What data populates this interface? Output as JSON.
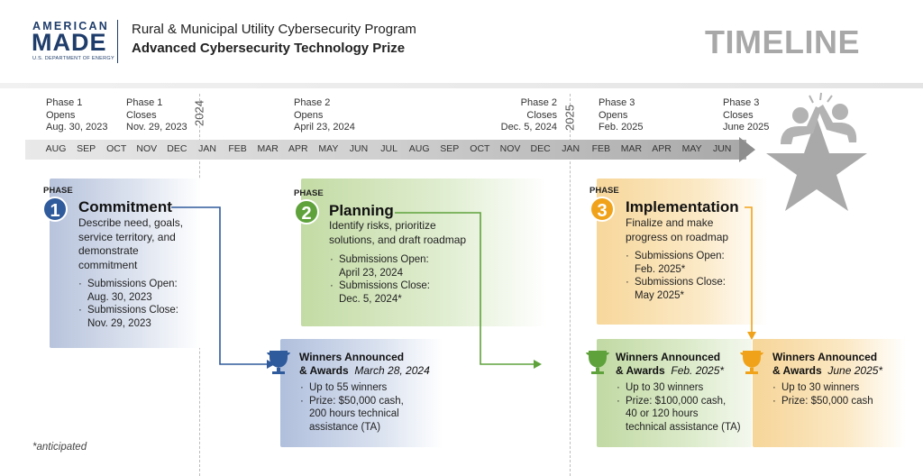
{
  "header": {
    "logo_top": "AMERICAN",
    "logo_main": "MADE",
    "logo_sub": "U.S. DEPARTMENT OF ENERGY",
    "program": "Rural & Municipal Utility Cybersecurity Program",
    "prize": "Advanced Cybersecurity Technology Prize",
    "title": "TIMELINE"
  },
  "timeline": {
    "months": [
      "AUG",
      "SEP",
      "OCT",
      "NOV",
      "DEC",
      "JAN",
      "FEB",
      "MAR",
      "APR",
      "MAY",
      "JUN",
      "JUL",
      "AUG",
      "SEP",
      "OCT",
      "NOV",
      "DEC",
      "JAN",
      "FEB",
      "MAR",
      "APR",
      "MAY",
      "JUN"
    ],
    "years": [
      "2024",
      "2025"
    ],
    "milestones": [
      {
        "l1": "Phase 1",
        "l2": "Opens",
        "l3": "Aug. 30, 2023"
      },
      {
        "l1": "Phase 1",
        "l2": "Closes",
        "l3": "Nov. 29, 2023"
      },
      {
        "l1": "Phase 2",
        "l2": "Opens",
        "l3": "April 23, 2024"
      },
      {
        "l1": "Phase 2",
        "l2": "Closes",
        "l3": "Dec. 5, 2024"
      },
      {
        "l1": "Phase 3",
        "l2": "Opens",
        "l3": "Feb. 2025"
      },
      {
        "l1": "Phase 3",
        "l2": "Closes",
        "l3": "June 2025"
      }
    ]
  },
  "phases": [
    {
      "label": "PHASE",
      "number": "1",
      "title": "Commitment",
      "desc": [
        "Describe need, goals,",
        "service territory, and",
        "demonstrate",
        "commitment"
      ],
      "bullets": [
        "Submissions Open:",
        "Aug. 30, 2023",
        "Submissions Close:",
        "Nov. 29, 2023"
      ],
      "color": "#2f5a9b"
    },
    {
      "label": "PHASE",
      "number": "2",
      "title": "Planning",
      "desc": [
        "Identify risks, prioritize",
        "solutions, and draft roadmap"
      ],
      "bullets": [
        "Submissions Open:",
        "April 23, 2024",
        "Submissions Close:",
        "Dec. 5, 2024*"
      ],
      "color": "#5fa23c"
    },
    {
      "label": "PHASE",
      "number": "3",
      "title": "Implementation",
      "desc": [
        "Finalize and make",
        "progress on roadmap"
      ],
      "bullets": [
        "Submissions Open:",
        "Feb. 2025*",
        "Submissions Close:",
        "May 2025*"
      ],
      "color": "#f0a31a"
    }
  ],
  "winners": [
    {
      "title1": "Winners Announced",
      "title2": "& Awards",
      "date": "March 28, 2024",
      "bullets": [
        "Up to 55 winners",
        "Prize: $50,000 cash,",
        "200 hours technical",
        "assistance (TA)"
      ],
      "color": "#2f5a9b"
    },
    {
      "title1": "Winners Announced",
      "title2": "& Awards",
      "date": "Feb. 2025*",
      "bullets": [
        "Up to 30 winners",
        "Prize: $100,000 cash,",
        "40 or 120 hours",
        "technical assistance (TA)"
      ],
      "color": "#5fa23c"
    },
    {
      "title1": "Winners Announced",
      "title2": "& Awards",
      "date": "June 2025*",
      "bullets": [
        "Up to 30 winners",
        "Prize: $50,000 cash"
      ],
      "color": "#f0a31a"
    }
  ],
  "footnote": "*anticipated",
  "icons": [
    "trophy-icon",
    "high-five-star-icon"
  ]
}
